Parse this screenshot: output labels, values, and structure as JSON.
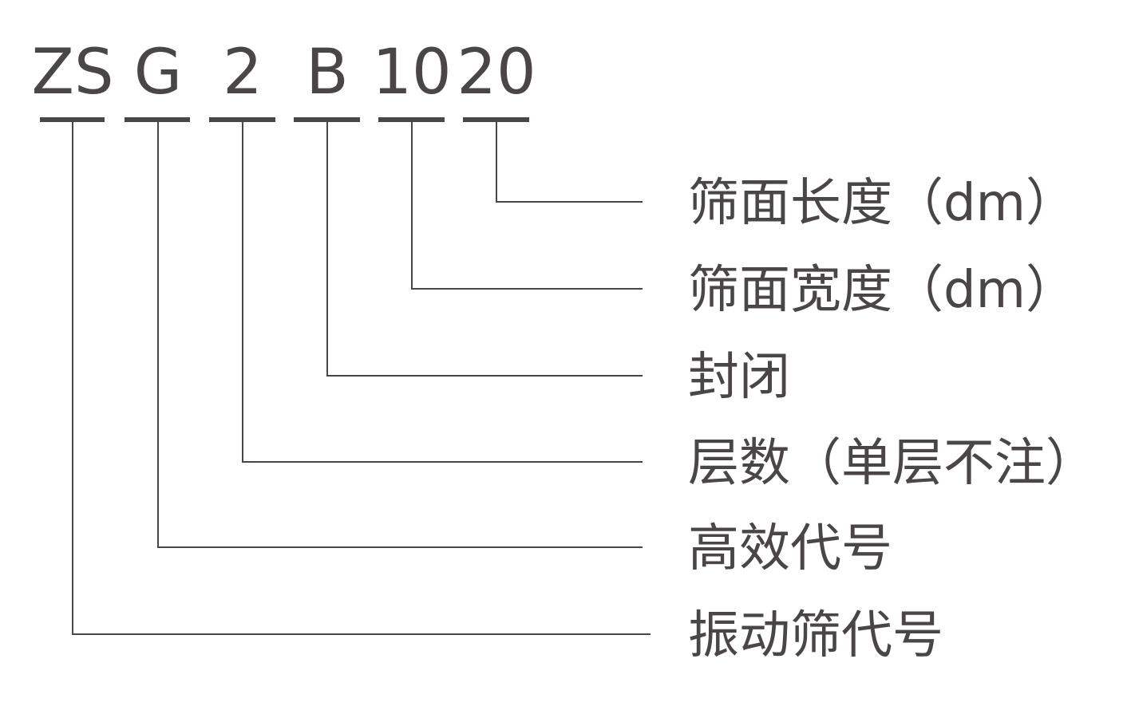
{
  "model_code": {
    "segments": [
      {
        "text": "ZS",
        "meaning": "振动筛代号"
      },
      {
        "text": "G",
        "meaning": "高效代号"
      },
      {
        "text": "2",
        "meaning": "层数（单层不注）"
      },
      {
        "text": "B",
        "meaning": "封闭"
      },
      {
        "text": "10",
        "meaning": "筛面宽度（dm）"
      },
      {
        "text": "20",
        "meaning": "筛面长度（dm）"
      }
    ]
  },
  "colors": {
    "ink": "#4a4546",
    "background": "#ffffff"
  }
}
